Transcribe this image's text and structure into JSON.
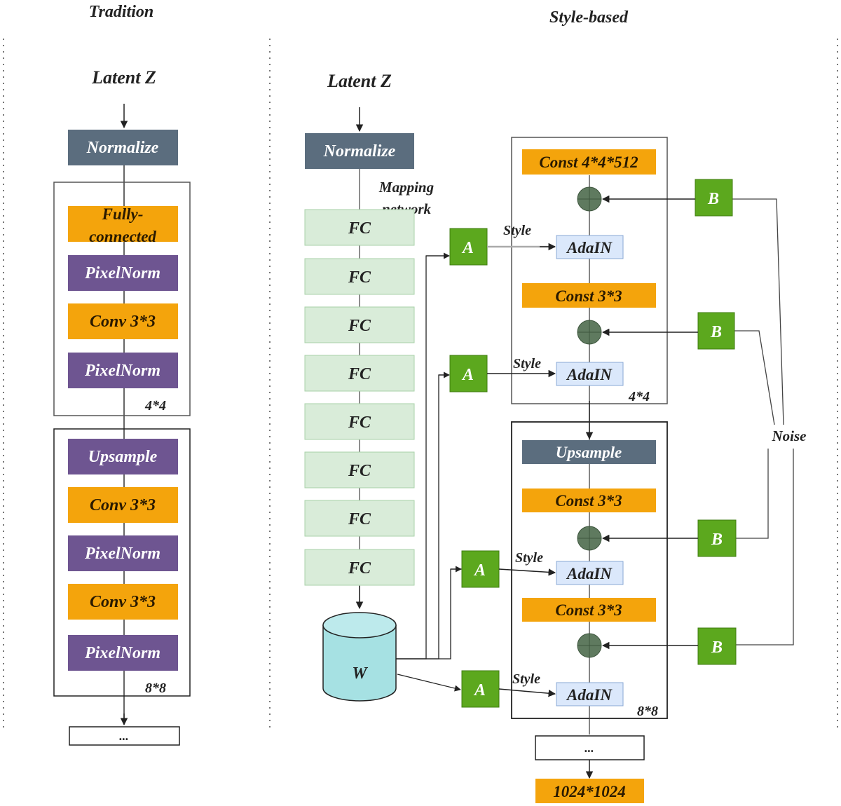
{
  "sections": {
    "tradition": "Tradition",
    "style_based": "Style-based"
  },
  "tradition": {
    "latent": "Latent Z",
    "normalize": "Normalize",
    "fc_line1": "Fully-",
    "fc_line2": "connected",
    "pixelnorm": "PixelNorm",
    "conv": "Conv 3*3",
    "upsample": "Upsample",
    "res_4": "4*4",
    "res_8": "8*8",
    "ellipsis": "..."
  },
  "style_based": {
    "latent": "Latent Z",
    "normalize": "Normalize",
    "mapping_line1": "Mapping",
    "mapping_line2": "network",
    "fc": "FC",
    "w": "W",
    "const_512": "Const 4*4*512",
    "const_3": "Const 3*3",
    "adain": "AdaIN",
    "upsample": "Upsample",
    "a": "A",
    "b": "B",
    "style": "Style",
    "noise": "Noise",
    "res_4": "4*4",
    "res_8": "8*8",
    "ellipsis": "...",
    "output": "1024*1024"
  },
  "colors": {
    "normalize": "#5b6d7e",
    "orange": "#f4a40c",
    "purple": "#6e5591",
    "fc_green": "#d9ecd9",
    "adain_blue": "#dbe8fb",
    "ab_green": "#5ca81e",
    "cylinder": "#a6e1e3",
    "add_node": "#5f7a5f"
  }
}
